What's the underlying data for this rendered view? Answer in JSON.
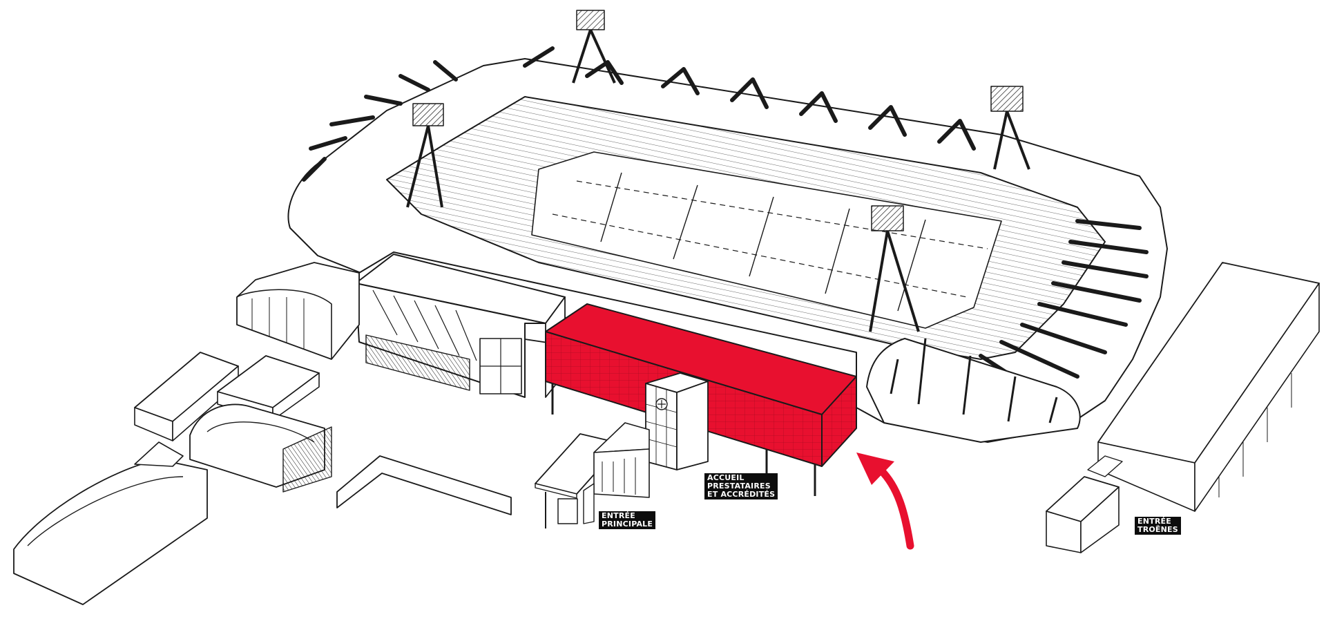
{
  "labels": {
    "main_entrance": {
      "line1": "ENTRÉE",
      "line2": "PRINCIPALE"
    },
    "reception": {
      "line1": "ACCUEIL",
      "line2": "PRESTATAIRES",
      "line3": "ET ACCRÉDITÉS"
    },
    "troenes_entrance": {
      "line1": "ENTRÉE",
      "line2": "TROËNES"
    }
  },
  "colors": {
    "highlight": "#e8102f",
    "stroke": "#1a1a1a",
    "background": "#ffffff"
  },
  "icons": {
    "arrow": "red-curved-arrow-icon",
    "logo": "club-logo-icon"
  }
}
